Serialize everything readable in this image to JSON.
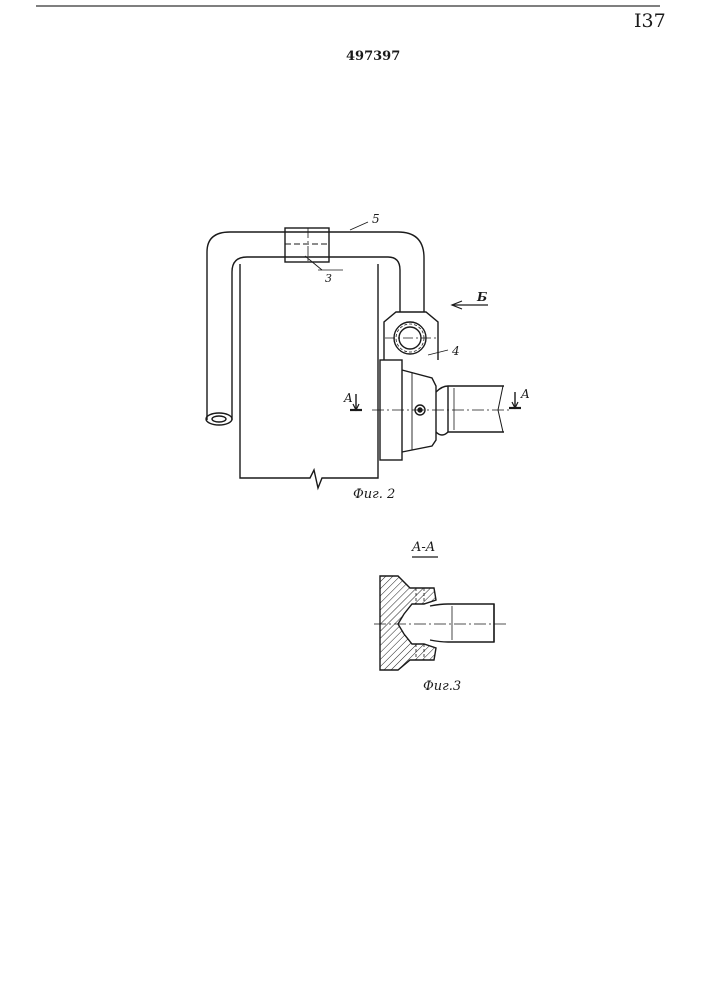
{
  "header": {
    "page_number": "I37",
    "patent_number": "497397"
  },
  "figure2": {
    "labels": {
      "part_5": "5",
      "part_4": "4",
      "part_3": "3",
      "view_b": "Б",
      "section_left": "A",
      "section_right": "A"
    },
    "caption": "Фиг. 2"
  },
  "figure3": {
    "section_title": "A-A",
    "caption": "Фиг.3"
  }
}
